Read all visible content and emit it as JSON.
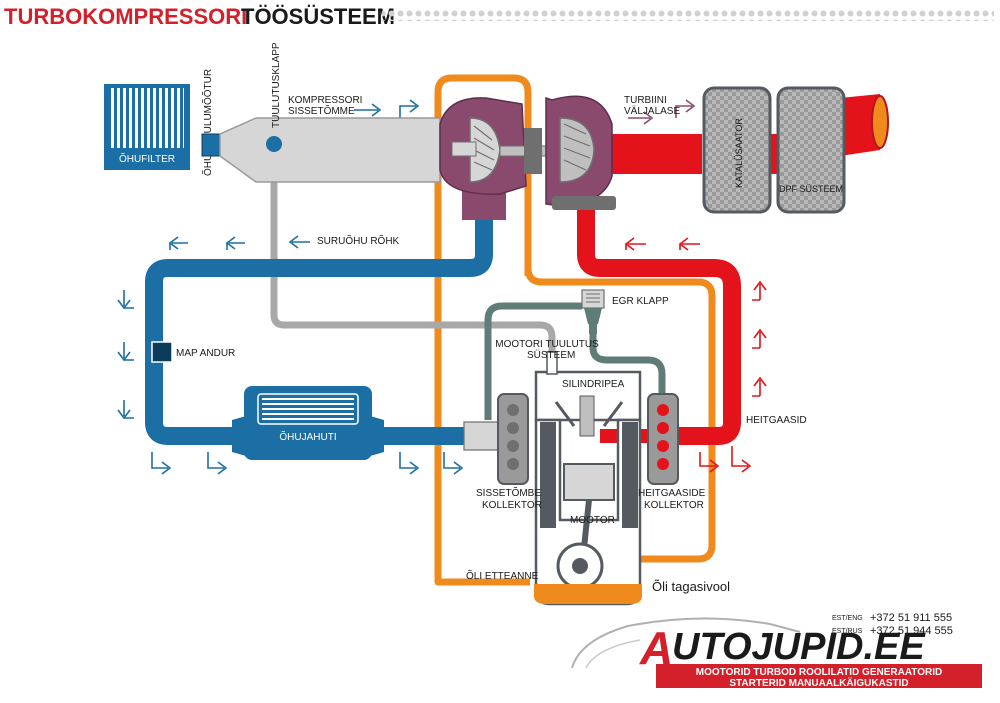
{
  "title": {
    "part1": "TURBOKOMPRESSORI",
    "part2": "TÖÖSÜSTEEM"
  },
  "labels": {
    "air_filter": "ÕHUFILTER",
    "air": "ÕHU",
    "mass_air_flow": "KULUMÕÕTUR",
    "blowoff_valve": "TUULUTUSKLAPP",
    "compressor_intake_1": "KOMPRESSORI",
    "compressor_intake_2": "SISSETÕMME",
    "turbine_outlet_1": "TURBIINI",
    "turbine_outlet_2": "VÄLJALASE",
    "catalytic": "KATALÜSAATOR",
    "dpf": "DPF SÜSTEEM",
    "boost_pressure": "SURUÕHU RÕHK",
    "egr_valve": "EGR KLAPP",
    "map_sensor": "MAP ANDUR",
    "crankcase_vent_1": "MOOTORI TUULUTUS",
    "crankcase_vent_2": "SÜSTEEM",
    "cylinder_head": "SILINDRIPEA",
    "intercooler": "ÕHUJAHUTI",
    "exhaust_gases": "HEITGAASID",
    "intake_manifold_1": "SISSETÕMBE",
    "intake_manifold_2": "KOLLEKTOR",
    "exhaust_manifold_1": "HEITGAASIDE",
    "exhaust_manifold_2": "KOLLEKTOR",
    "engine": "MOOTOR",
    "oil_feed": "ÕLI ETTEANNE",
    "oil_return": "Õli tagasivool"
  },
  "logo": {
    "brand_a": "A",
    "brand_rest": "UTOJUPID.EE",
    "tagline_1": "MOOTORID TURBOD ROOLILATID GENERAATORID",
    "tagline_2": "STARTERID MANUAALKÄIGUKASTID",
    "phone_est_label": "EST/ENG",
    "phone_est": "+372 51 911 555",
    "phone_rus_label": "EST/RUS",
    "phone_rus": "+372 51 944 555"
  },
  "colors": {
    "intake_blue": "#1c6fa4",
    "exhaust_red": "#e3121b",
    "oil_orange": "#ee8b1c",
    "vent_gray": "#a8a8a8",
    "egr_green": "#5f7c76",
    "turbo_purple": "#8a4a6e",
    "dark": "#555a60"
  }
}
